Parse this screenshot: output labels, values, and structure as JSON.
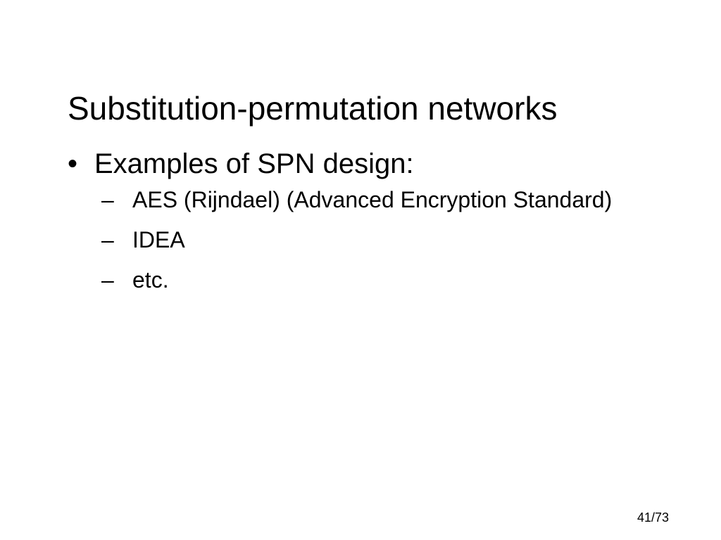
{
  "slide": {
    "title": "Substitution-permutation networks",
    "bullet": {
      "marker": "•",
      "text": "Examples of SPN design:",
      "sub_marker": "–",
      "sub_items": [
        "AES (Rijndael) (Advanced Encryption Standard)",
        "IDEA",
        "etc."
      ]
    },
    "page_number": "41/73"
  }
}
